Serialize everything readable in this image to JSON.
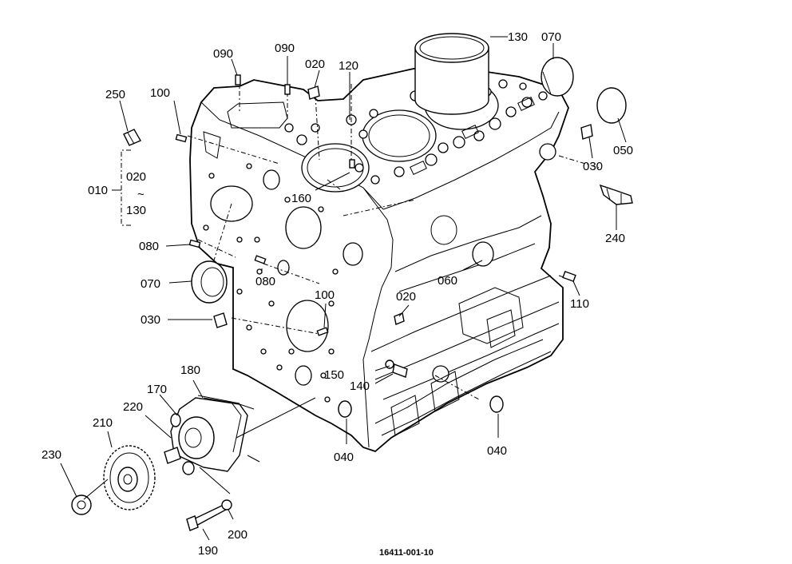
{
  "diagram": {
    "drawing_code": "16411-001-10",
    "labels": {
      "p010": "010",
      "p020a": "020",
      "p020b": "020",
      "p020c": "020",
      "p030a": "030",
      "p030b": "030",
      "p040a": "040",
      "p040b": "040",
      "p050": "050",
      "p060": "060",
      "p070a": "070",
      "p070b": "070",
      "p080a": "080",
      "p080b": "080",
      "p090a": "090",
      "p090b": "090",
      "p100a": "100",
      "p100b": "100",
      "p110": "110",
      "p120": "120",
      "p130a": "130",
      "p130b": "130",
      "p140": "140",
      "p150": "150",
      "p160": "160",
      "p170": "170",
      "p180": "180",
      "p190": "190",
      "p200": "200",
      "p210": "210",
      "p220": "220",
      "p230": "230",
      "p240": "240",
      "p250": "250",
      "tilde": "~"
    }
  }
}
